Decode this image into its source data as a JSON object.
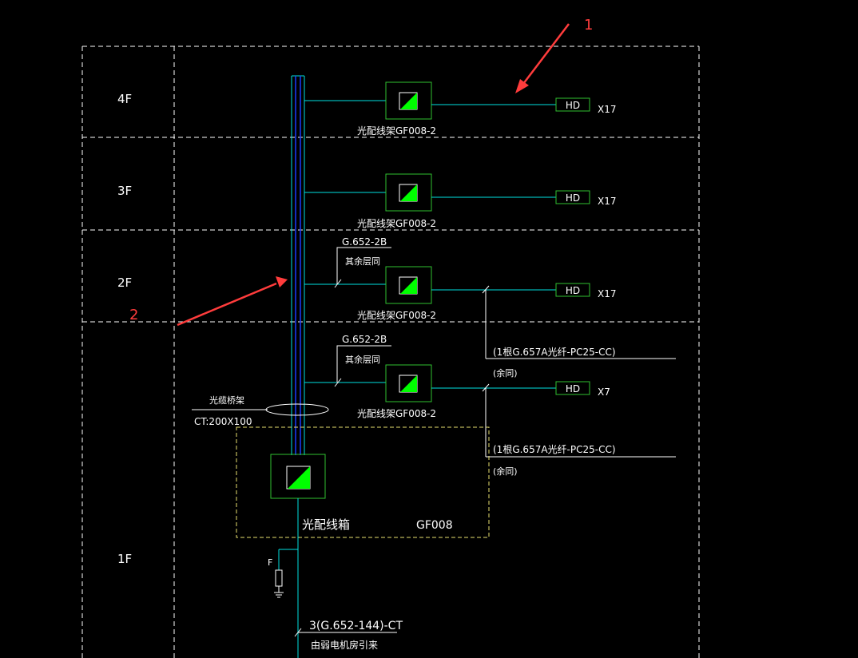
{
  "floors": [
    {
      "label": "4F"
    },
    {
      "label": "3F"
    },
    {
      "label": "2F"
    },
    {
      "label": "1F"
    }
  ],
  "annotations": [
    {
      "label": "1"
    },
    {
      "label": "2"
    }
  ],
  "floor_panels": [
    {
      "label": "光配线架GF008-2",
      "outlet": "HD",
      "count": "X17",
      "spec": "",
      "spec_note": ""
    },
    {
      "label": "光配线架GF008-2",
      "outlet": "HD",
      "count": "X17",
      "spec": "",
      "spec_note": ""
    },
    {
      "label": "光配线架GF008-2",
      "outlet": "HD",
      "count": "X17",
      "spec": "G.652-2B",
      "spec_note": "其余层同"
    },
    {
      "label": "光配线架GF008-2",
      "outlet": "HD",
      "count": "X7",
      "spec": "G.652-2B",
      "spec_note": "其余层同"
    }
  ],
  "branch_notes": [
    {
      "text": "(1根G.657A光纤-PC25-CC)",
      "note": "(余同)"
    },
    {
      "text": "(1根G.657A光纤-PC25-CC)",
      "note": "(余同)"
    }
  ],
  "tray": {
    "label": "光缆桥架",
    "size": "CT:200X100"
  },
  "main_box": {
    "label": "光配线箱",
    "model": "GF008"
  },
  "incoming": {
    "spec": "3(G.652-144)-CT",
    "source": "由弱电机房引来"
  },
  "ground": {
    "label": "F"
  },
  "colors": {
    "frame": "#ffffff",
    "cyan": "#00e0e0",
    "blue": "#1a3cff",
    "green": "#00ff00",
    "box_border": "#30c030",
    "dashed_yellow": "#e8e070",
    "annotation_red": "#ff3c3c",
    "white_text": "#ffffff"
  }
}
